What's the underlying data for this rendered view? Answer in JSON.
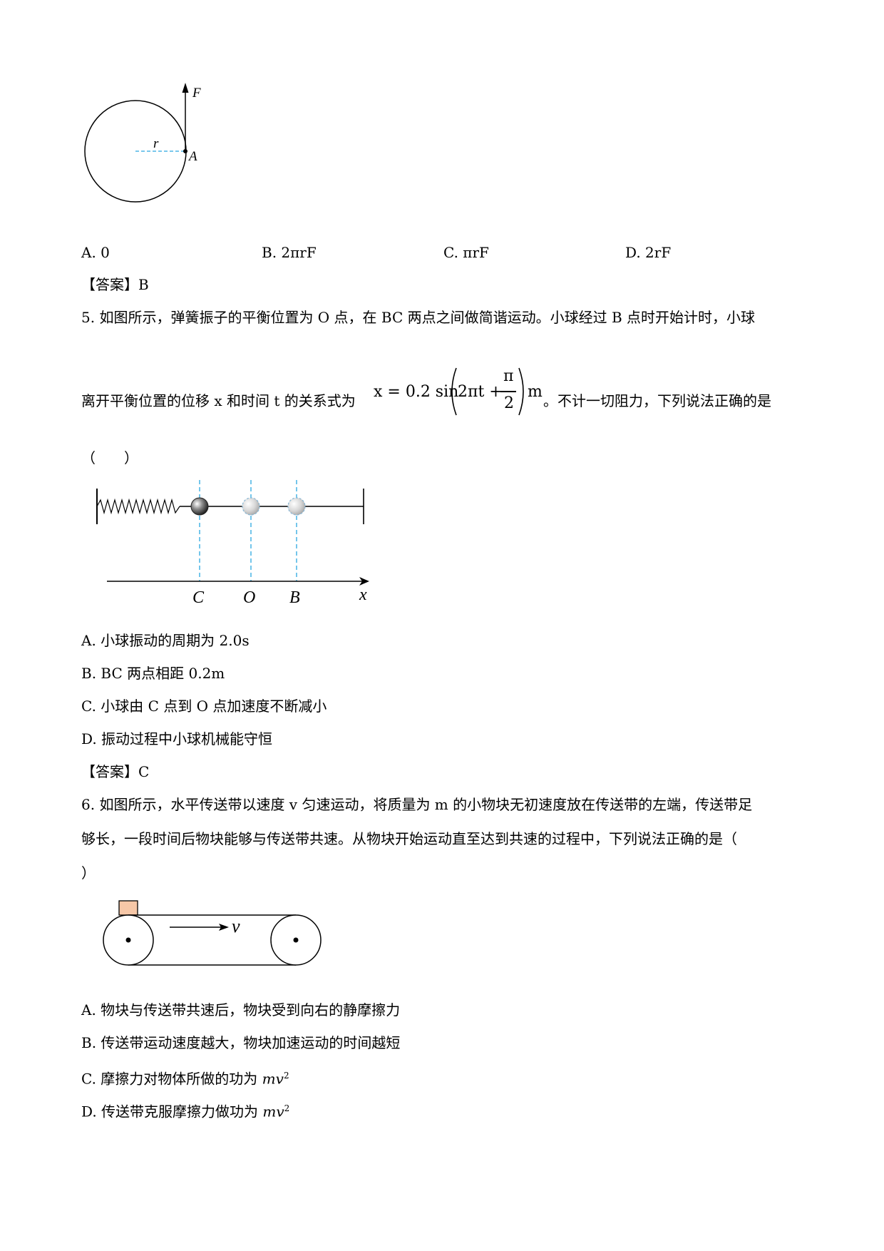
{
  "fig_circle": {
    "force_label": "F",
    "radius_label": "r",
    "point_label": "A"
  },
  "q4_options": {
    "a": "A. 0",
    "b": "B. 2πrF",
    "c": "C. πrF",
    "d": "D. 2rF"
  },
  "q4_answer": "【答案】B",
  "q5": {
    "line1": "5. 如图所示，弹簧振子的平衡位置为 O 点，在 BC 两点之间做简谐运动。小球经过 B 点时开始计时，小球",
    "line2_pre": "离开平衡位置的位移 x 和时间 t 的关系式为",
    "formula_lhs": "x = 0.2 sin",
    "formula_inner": "2πt +",
    "formula_num": "π",
    "formula_den": "2",
    "formula_unit": "m",
    "line2_post": "。不计一切阻力，下列说法正确的是",
    "paren": "（　　）",
    "fig_labels": {
      "c": "C",
      "o": "O",
      "b": "B",
      "x": "x"
    },
    "options": [
      "A. 小球振动的周期为 2.0s",
      "B. BC 两点相距 0.2m",
      "C. 小球由 C 点到 O 点加速度不断减小",
      "D. 振动过程中小球机械能守恒"
    ],
    "answer": "【答案】C"
  },
  "q6": {
    "line1": "6. 如图所示，水平传送带以速度 v 匀速运动，将质量为 m 的小物块无初速度放在传送带的左端，传送带足",
    "line2": "够长，一段时间后物块能够与传送带共速。从物块开始运动直至达到共速的过程中，下列说法正确的是（",
    "line3": "）",
    "velocity_label": "v",
    "options": {
      "a": "A. 物块与传送带共速后，物块受到向右的静摩擦力",
      "b": "B. 传送带运动速度越大，物块加速运动的时间越短",
      "c_text": "C. 摩擦力对物体所做的功为 ",
      "c_mv": "mv",
      "c_sup": "2",
      "d_text": "D. 传送带克服摩擦力做功为 ",
      "d_mv": "mv",
      "d_sup": "2"
    }
  }
}
